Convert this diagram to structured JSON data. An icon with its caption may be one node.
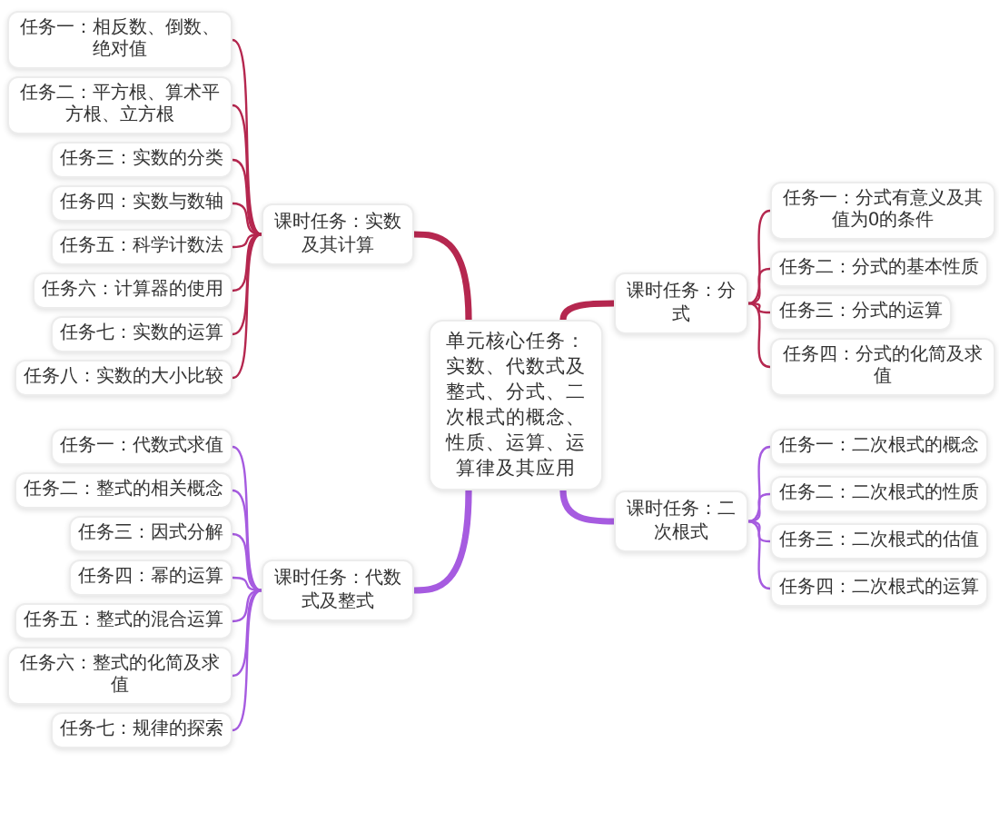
{
  "diagram": {
    "nodes": [
      {
        "text": [
          "单元核心任务：实数、代数式及整式、分式、二次根式的概念、性质、运算、运算律及其应用"
        ]
      },
      {
        "text": [
          "课时任务：实数及其计算"
        ]
      },
      {
        "text": [
          "任务一：相反数、倒数、绝对值"
        ]
      },
      {
        "text": [
          "任务二：平方根、算术平方根、立方根"
        ]
      },
      {
        "text": [
          "任务三：实数的分类"
        ]
      },
      {
        "text": [
          "任务四：实数与数轴"
        ]
      },
      {
        "text": [
          "任务五：科学计数法"
        ]
      },
      {
        "text": [
          "任务六：计算器的使用"
        ]
      },
      {
        "text": [
          "任务七：实数的运算"
        ]
      },
      {
        "text": [
          "任务八：实数的大小比较"
        ]
      },
      {
        "text": [
          "课时任务：代数式及整式"
        ]
      },
      {
        "text": [
          "任务一：代数式求值"
        ]
      },
      {
        "text": [
          "任务二：整式的相关概念"
        ]
      },
      {
        "text": [
          "任务三：因式分解"
        ]
      },
      {
        "text": [
          "任务四：幂的运算"
        ]
      },
      {
        "text": [
          "任务五：整式的混合运算"
        ]
      },
      {
        "text": [
          "任务六：整式的化简及求值"
        ]
      },
      {
        "text": [
          "任务七：规律的探索"
        ]
      },
      {
        "text": [
          "课时任务：分式"
        ]
      },
      {
        "text": [
          "任务一：分式有意义及其值为0的条件"
        ]
      },
      {
        "text": [
          "任务二：分式的基本性质"
        ]
      },
      {
        "text": [
          "任务三：分式的运算"
        ]
      },
      {
        "text": [
          "任务四：分式的化简及求值"
        ]
      },
      {
        "text": [
          "课时任务：二次根式"
        ]
      },
      {
        "text": [
          "任务一：二次根式的概念"
        ]
      },
      {
        "text": [
          "任务二：二次根式的性质"
        ]
      },
      {
        "text": [
          "任务三：二次根式的估值"
        ]
      },
      {
        "text": [
          "任务四：二次根式的运算"
        ]
      }
    ],
    "edges": [
      {
        "from": 0,
        "to": 1,
        "arrow": "none",
        "style": "thick"
      },
      {
        "from": 1,
        "to": 2,
        "arrow": "none"
      },
      {
        "from": 1,
        "to": 3,
        "arrow": "none"
      },
      {
        "from": 1,
        "to": 4,
        "arrow": "none"
      },
      {
        "from": 1,
        "to": 5,
        "arrow": "none"
      },
      {
        "from": 1,
        "to": 6,
        "arrow": "none"
      },
      {
        "from": 1,
        "to": 7,
        "arrow": "none"
      },
      {
        "from": 1,
        "to": 8,
        "arrow": "none"
      },
      {
        "from": 1,
        "to": 9,
        "arrow": "none"
      },
      {
        "from": 0,
        "to": 10,
        "arrow": "none",
        "style": "thick",
        "color": "#a65be0"
      },
      {
        "from": 10,
        "to": 11,
        "arrow": "none",
        "color": "#a65be0"
      },
      {
        "from": 10,
        "to": 12,
        "arrow": "none",
        "color": "#a65be0"
      },
      {
        "from": 10,
        "to": 13,
        "arrow": "none",
        "color": "#a65be0"
      },
      {
        "from": 10,
        "to": 14,
        "arrow": "none",
        "color": "#a65be0"
      },
      {
        "from": 10,
        "to": 15,
        "arrow": "none",
        "color": "#a65be0"
      },
      {
        "from": 10,
        "to": 16,
        "arrow": "none",
        "color": "#a65be0"
      },
      {
        "from": 10,
        "to": 17,
        "arrow": "none",
        "color": "#a65be0"
      },
      {
        "from": 0,
        "to": 18,
        "arrow": "none",
        "style": "thick"
      },
      {
        "from": 18,
        "to": 19,
        "arrow": "none"
      },
      {
        "from": 18,
        "to": 20,
        "arrow": "none"
      },
      {
        "from": 18,
        "to": 21,
        "arrow": "none"
      },
      {
        "from": 18,
        "to": 22,
        "arrow": "none"
      },
      {
        "from": 0,
        "to": 23,
        "arrow": "none",
        "style": "thick",
        "color": "#a65be0"
      },
      {
        "from": 23,
        "to": 24,
        "arrow": "none",
        "color": "#a65be0"
      },
      {
        "from": 23,
        "to": 25,
        "arrow": "none",
        "color": "#a65be0"
      },
      {
        "from": 23,
        "to": 26,
        "arrow": "none",
        "color": "#a65be0"
      },
      {
        "from": 23,
        "to": 27,
        "arrow": "none",
        "color": "#a65be0"
      }
    ]
  }
}
